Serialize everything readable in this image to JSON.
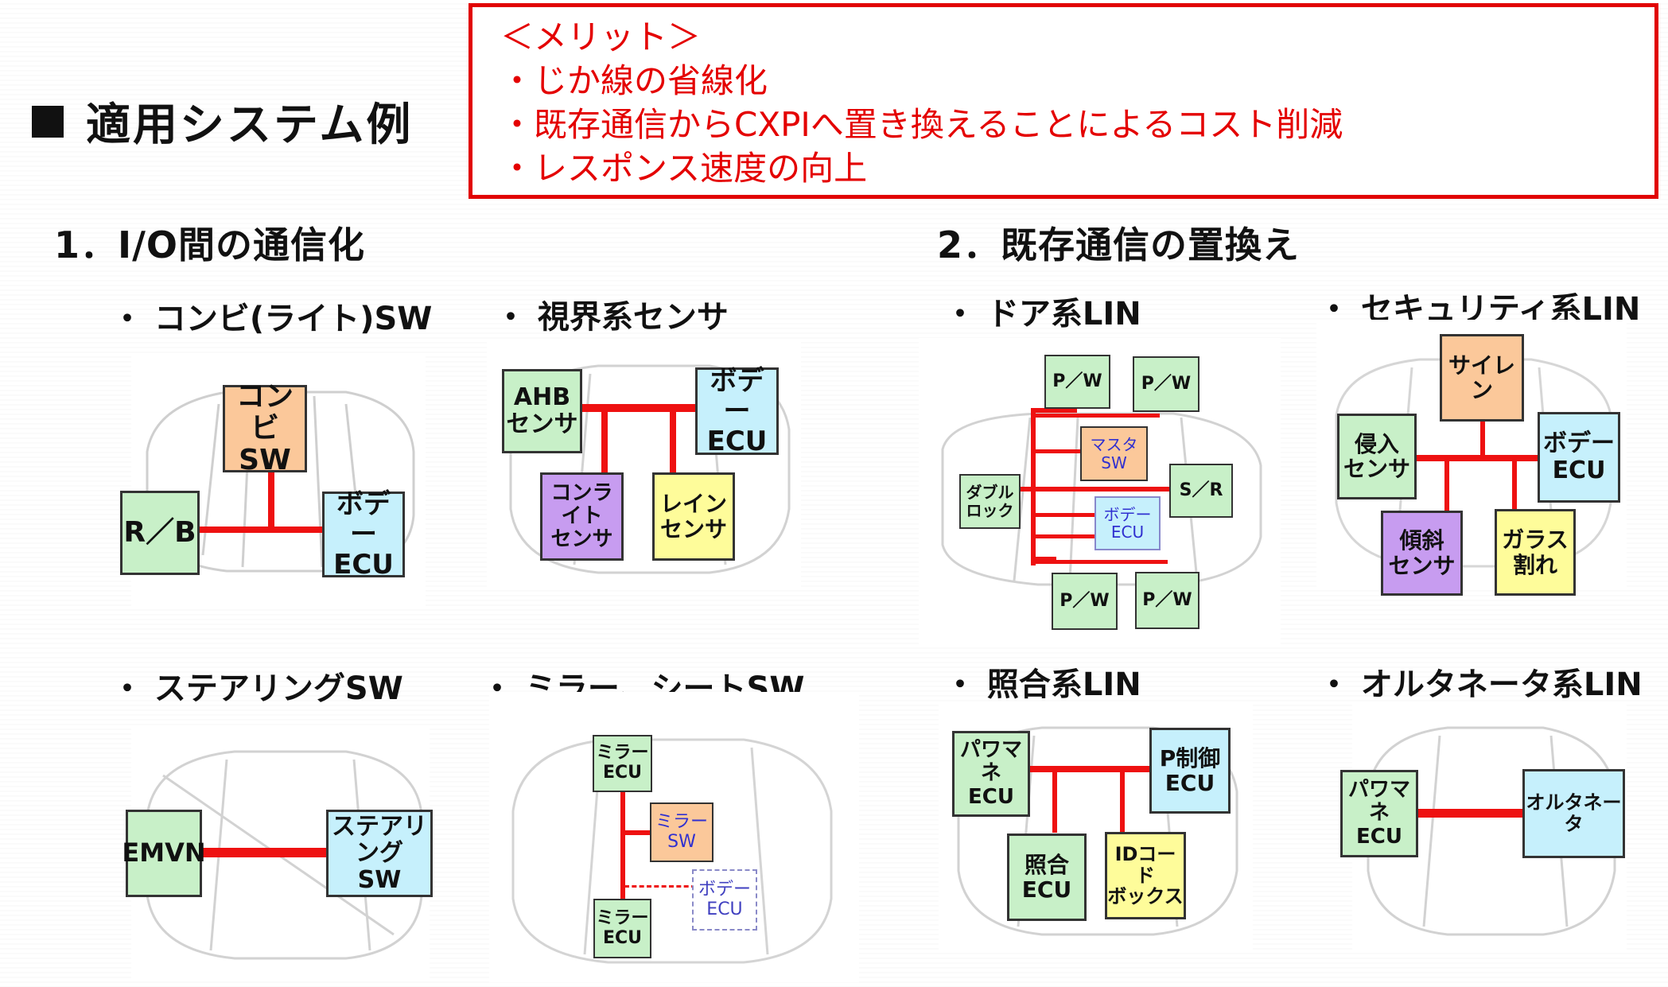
{
  "page_title": "適用システム例",
  "merit": {
    "heading": "＜メリット＞",
    "items": [
      "・じか線の省線化",
      "・既存通信からCXPIへ置き換えることによるコスト削減",
      "・レスポンス速度の向上"
    ]
  },
  "sections": {
    "s1": "1．I/O間の通信化",
    "s2": "2．既存通信の置換え"
  },
  "subtitles": {
    "combi": "・ コンビ(ライト)SW",
    "view": "・ 視界系センサ",
    "steering": "・ ステアリングSW",
    "mirror": "・ ミラー、シートSW",
    "door": "・ ドア系LIN",
    "security": "・ セキュリティ系LIN",
    "verify": "・ 照合系LIN",
    "alt": "・ オルタネータ系LIN"
  },
  "boxes": {
    "combi_sw": "コンビ\nSW",
    "rb": "R／B",
    "combi_body_ecu": "ボデー\nECU",
    "ahb": "AHB\nセンサ",
    "view_body_ecu": "ボデー\nECU",
    "conlight": "コンライト\nセンサ",
    "rain": "レイン\nセンサ",
    "emvn": "EMVN",
    "steer_sw": "ステアリング\nSW",
    "mirror_ecu_top": "ミラー\nECU",
    "mirror_sw": "ミラー\nSW",
    "mirror_body_ecu": "ボデー\nECU",
    "mirror_ecu_bottom": "ミラー\nECU",
    "pw_tl": "P／W",
    "pw_tr": "P／W",
    "master_sw": "マスタ\nSW",
    "double_lock": "ダブル\nロック",
    "sr": "S／R",
    "door_body_ecu": "ボデー\nECU",
    "pw_bl": "P／W",
    "pw_br": "P／W",
    "siren": "サイレン",
    "intrusion": "侵入\nセンサ",
    "sec_body_ecu": "ボデー\nECU",
    "tilt": "傾斜\nセンサ",
    "glass": "ガラス\n割れ",
    "pwmane_v": "パワマネ\nECU",
    "p_ctrl": "P制御\nECU",
    "verify_ecu": "照合\nECU",
    "idcode": "IDコード\nボックス",
    "pwmane_a": "パワマネ\nECU",
    "alternator": "オルタネータ"
  },
  "colors": {
    "accent_red": "#ee1111",
    "green": "#c8f0c8",
    "orange": "#fbc89a",
    "cyan": "#c6f0fc",
    "purple": "#c79cf0",
    "yellow": "#fefc9a"
  }
}
